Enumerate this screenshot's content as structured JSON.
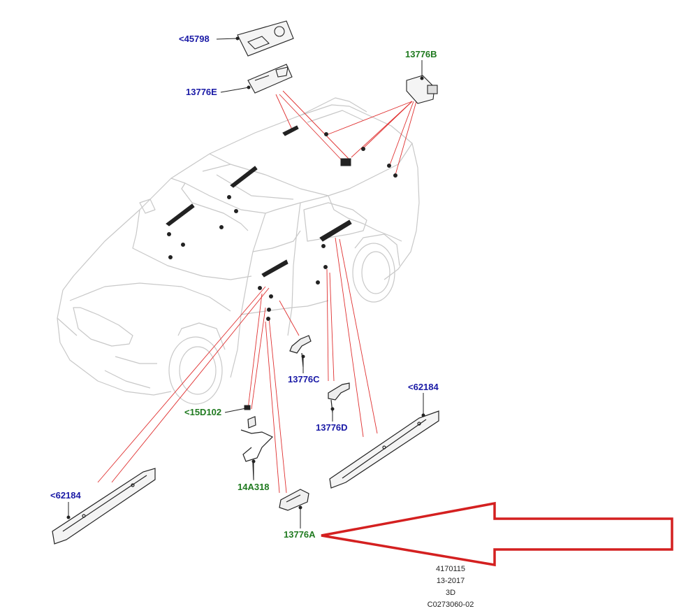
{
  "labels": {
    "p45798": {
      "text": "<45798",
      "color": "#1a1aa6"
    },
    "p13776E": {
      "text": "13776E",
      "color": "#1a1aa6"
    },
    "p13776B": {
      "text": "13776B",
      "color": "#1f7a1f"
    },
    "p13776C": {
      "text": "13776C",
      "color": "#1a1aa6"
    },
    "p15D102": {
      "text": "<15D102",
      "color": "#1f7a1f"
    },
    "p13776D": {
      "text": "13776D",
      "color": "#1a1aa6"
    },
    "p62184_right": {
      "text": "<62184",
      "color": "#1a1aa6"
    },
    "p14A318": {
      "text": "14A318",
      "color": "#1f7a1f"
    },
    "p62184_left": {
      "text": "<62184",
      "color": "#1a1aa6"
    },
    "p13776A": {
      "text": "13776A",
      "color": "#1f7a1f"
    }
  },
  "meta": {
    "line1": "4170115",
    "line2": "13-2017",
    "line3": "3D",
    "line4": "C0273060-02"
  },
  "colors": {
    "leader_red": "#e03030",
    "arrow_red": "#d42020",
    "outline": "#c8c8c8",
    "part_dark": "#222222"
  }
}
